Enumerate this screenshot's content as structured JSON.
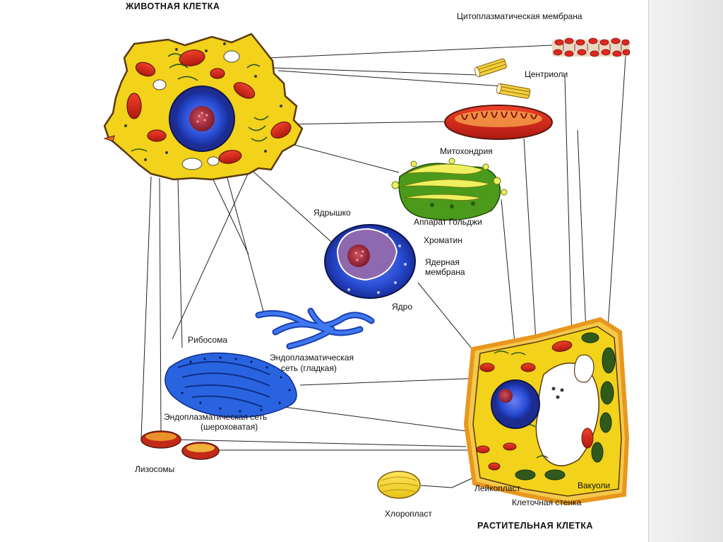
{
  "titles": {
    "animal": "ЖИВОТНАЯ КЛЕТКА",
    "plant": "РАСТИТЕЛЬНАЯ КЛЕТКА"
  },
  "labels": {
    "membrane": "Цитоплазматическая мембрана",
    "centrioles": "Центриоли",
    "mitochondria": "Митохондрия",
    "golgi": "Аппарат Гольджи",
    "nucleolus": "Ядрышко",
    "chromatin": "Хроматин",
    "nuclear_membrane_1": "Ядерная",
    "nuclear_membrane_2": "мембрана",
    "nucleus": "Ядро",
    "ribosome": "Рибосома",
    "smooth_er_1": "Эндоплазматическая",
    "smooth_er_2": "сеть (гладкая)",
    "rough_er_1": "Эндоплазматическая сеть",
    "rough_er_2": "(шероховатая)",
    "lysosomes": "Лизосомы",
    "leucoplast": "Лейкопласт",
    "vacuoles": "Вакуоли",
    "cell_wall": "Клеточная стенка",
    "chloroplast": "Хлоропласт"
  },
  "colors": {
    "cytoplasm": "#f2d21a",
    "cell_outline": "#5a3a10",
    "mitochondria": "#d9261c",
    "nucleus_blue": "#2b4fd6",
    "nucleolus": "#8a1f2e",
    "golgi_green": "#4c9a1c",
    "er_blue": "#2a63e0",
    "chloroplast": "#2f5a1c",
    "plant_wall": "#e8971e"
  }
}
